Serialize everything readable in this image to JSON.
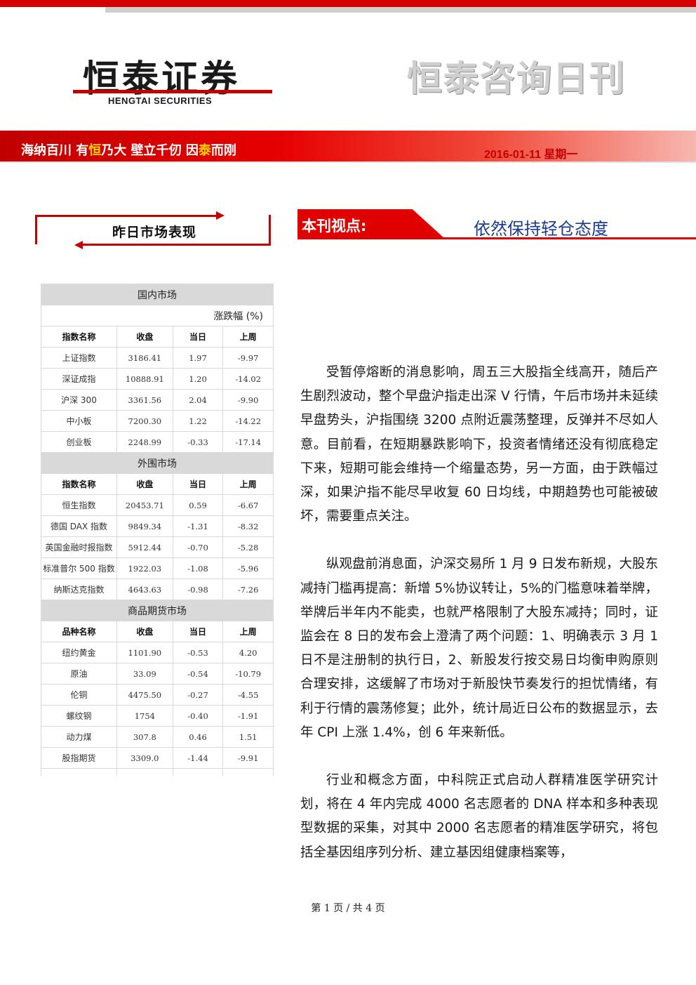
{
  "header": {
    "company_cn": "恒泰证券",
    "company_en": "HENGTAI SECURITIES",
    "publication_title": "恒泰咨询日刊",
    "slogan_part1": "海纳百川 有",
    "slogan_gold1": "恒",
    "slogan_part2": "乃大  壁立千仞 因",
    "slogan_gold2": "泰",
    "slogan_part3": "而刚",
    "date": "2016-01-11 星期一"
  },
  "colors": {
    "brand_red": "#d40000",
    "accent_gold": "#ffd200",
    "headline_blue": "#1a3c8c",
    "table_header_grey": "#d9d9d9"
  },
  "market_section": {
    "title": "昨日市场表现",
    "table": {
      "domestic": {
        "title": "国内市场",
        "unit_label": "涨跌幅 (%)",
        "columns": [
          "指数名称",
          "收盘",
          "当日",
          "上周"
        ],
        "rows": [
          [
            "上证指数",
            "3186.41",
            "1.97",
            "-9.97"
          ],
          [
            "深证成指",
            "10888.91",
            "1.20",
            "-14.02"
          ],
          [
            "沪深 300",
            "3361.56",
            "2.04",
            "-9.90"
          ],
          [
            "中小板",
            "7200.30",
            "1.22",
            "-14.22"
          ],
          [
            "创业板",
            "2248.99",
            "-0.33",
            "-17.14"
          ]
        ]
      },
      "foreign": {
        "title": "外围市场",
        "columns": [
          "指数名称",
          "收盘",
          "当日",
          "上周"
        ],
        "rows": [
          [
            "恒生指数",
            "20453.71",
            "0.59",
            "-6.67"
          ],
          [
            "德国 DAX 指数",
            "9849.34",
            "-1.31",
            "-8.32"
          ],
          [
            "英国金融时报指数",
            "5912.44",
            "-0.70",
            "-5.28"
          ],
          [
            "标准普尔 500 指数",
            "1922.03",
            "-1.08",
            "-5.96"
          ],
          [
            "纳斯达克指数",
            "4643.63",
            "-0.98",
            "-7.26"
          ]
        ]
      },
      "commodities": {
        "title": "商品期货市场",
        "columns": [
          "品种名称",
          "收盘",
          "当日",
          "上周"
        ],
        "rows": [
          [
            "纽约黄金",
            "1101.90",
            "-0.53",
            "4.20"
          ],
          [
            "原油",
            "33.09",
            "-0.54",
            "-10.79"
          ],
          [
            "伦铜",
            "4475.50",
            "-0.27",
            "-4.55"
          ],
          [
            "螺纹钢",
            "1754",
            "-0.40",
            "-1.91"
          ],
          [
            "动力煤",
            "307.8",
            "0.46",
            "1.51"
          ],
          [
            "股指期货",
            "3309.0",
            "-1.44",
            "-9.91"
          ]
        ]
      }
    }
  },
  "viewpoint": {
    "label": "本刊视点:",
    "headline": "依然保持轻仓态度",
    "paragraphs": [
      "受暂停熔断的消息影响，周五三大股指全线高开，随后产生剧烈波动，整个早盘沪指走出深 V 行情，午后市场并未延续早盘势头，沪指围绕 3200 点附近震荡整理，反弹并不尽如人意。目前看，在短期暴跌影响下，投资者情绪还没有彻底稳定下来，短期可能会维持一个缩量态势，另一方面，由于跌幅过深，如果沪指不能尽早收复 60 日均线，中期趋势也可能被破坏，需要重点关注。",
      "纵观盘前消息面，沪深交易所 1 月 9 日发布新规，大股东减持门槛再提高：新增 5%协议转让，5%的门槛意味着举牌，举牌后半年内不能卖，也就严格限制了大股东减持；同时，证监会在 8 日的发布会上澄清了两个问题：1、明确表示 3 月 1 日不是注册制的执行日，2、新股发行按交易日均衡申购原则合理安排，这缓解了市场对于新股快节奏发行的担忧情绪，有利于行情的震荡修复；此外，统计局近日公布的数据显示，去年 CPI 上涨 1.4%，创 6 年来新低。",
      "行业和概念方面，中科院正式启动人群精准医学研究计划，将在 4 年内完成 4000 名志愿者的 DNA 样本和多种表现型数据的采集，对其中 2000 名志愿者的精准医学研究，将包括全基因组序列分析、建立基因组健康档案等，"
    ]
  },
  "footer": {
    "page_info": "第 1 页 / 共 4 页"
  }
}
